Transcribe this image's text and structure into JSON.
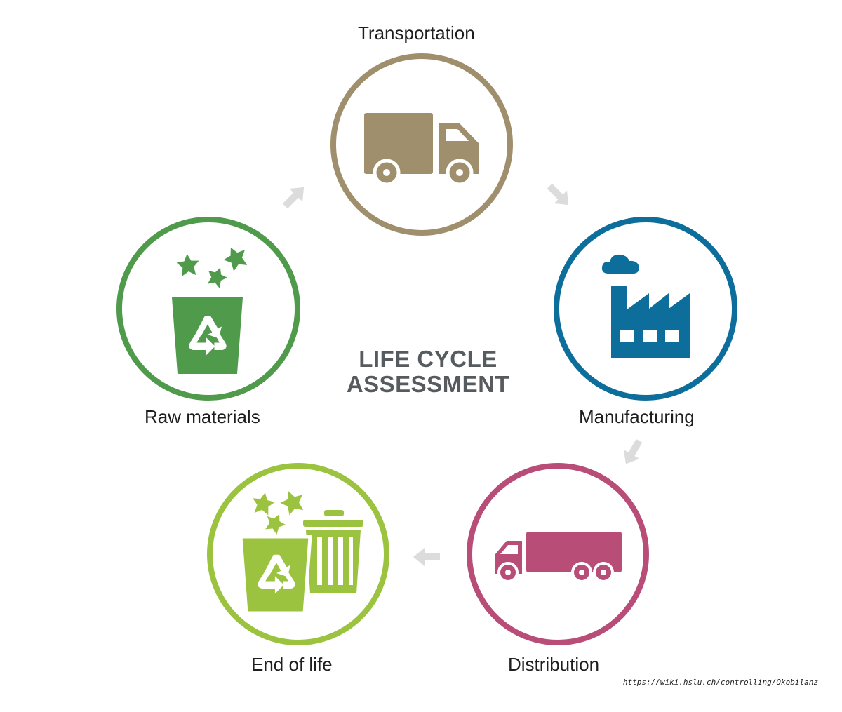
{
  "title": {
    "line1": "LIFE CYCLE",
    "line2": "ASSESSMENT"
  },
  "stages": {
    "transportation": {
      "label": "Transportation",
      "color": "#a08f6c",
      "icon": "truck-icon"
    },
    "manufacturing": {
      "label": "Manufacturing",
      "color": "#0e6e9b",
      "icon": "factory-icon"
    },
    "distribution": {
      "label": "Distribution",
      "color": "#b84d77",
      "icon": "lorry-icon"
    },
    "end_of_life": {
      "label": "End of life",
      "color": "#9bc33f",
      "icon": "recycle-bin-and-trash-can-icon"
    },
    "raw_materials": {
      "label": "Raw materials",
      "color": "#4f9a4b",
      "icon": "recycle-bin-icon"
    }
  },
  "arrow_color": "#dcdcdc",
  "source": "https://wiki.hslu.ch/controlling/Ökobilanz"
}
